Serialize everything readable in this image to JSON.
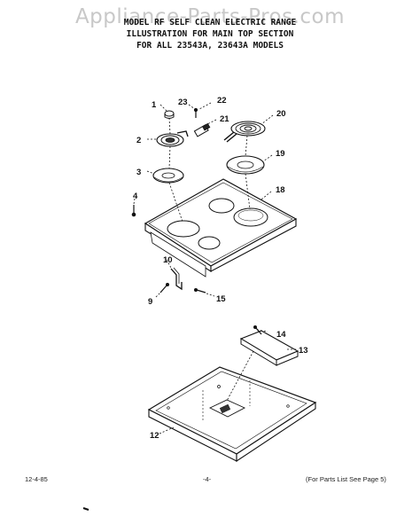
{
  "watermark": "Appliance-Parts-Pros.com",
  "header": {
    "line1": "MODEL RF SELF CLEAN ELECTRIC RANGE",
    "line2": "ILLUSTRATION FOR MAIN TOP SECTION",
    "line3": "FOR ALL 23543A, 23643A MODELS"
  },
  "callouts": [
    {
      "id": "c1",
      "text": "1"
    },
    {
      "id": "c2",
      "text": "2"
    },
    {
      "id": "c3",
      "text": "3"
    },
    {
      "id": "c4",
      "text": "4"
    },
    {
      "id": "c9",
      "text": "9"
    },
    {
      "id": "c10",
      "text": "10"
    },
    {
      "id": "c12",
      "text": "12"
    },
    {
      "id": "c13",
      "text": "13"
    },
    {
      "id": "c14",
      "text": "14"
    },
    {
      "id": "c15",
      "text": "15"
    },
    {
      "id": "c18",
      "text": "18"
    },
    {
      "id": "c19",
      "text": "19"
    },
    {
      "id": "c20",
      "text": "20"
    },
    {
      "id": "c21",
      "text": "21"
    },
    {
      "id": "c22",
      "text": "22"
    },
    {
      "id": "c23",
      "text": "23"
    }
  ],
  "footer": {
    "date": "12-4-85",
    "page": "-4-",
    "note": "(For Parts List See Page 5)"
  }
}
